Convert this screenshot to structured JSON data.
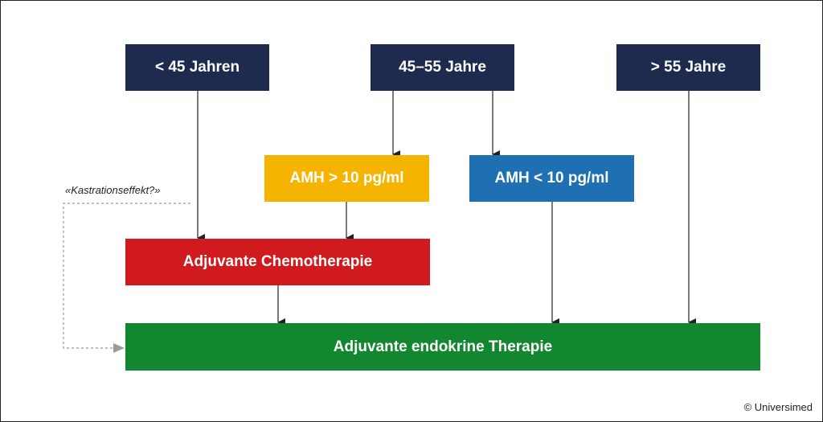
{
  "colors": {
    "navy": "#1e2a4e",
    "amber": "#f5b400",
    "blue": "#1f70b3",
    "red": "#d01a1e",
    "green": "#13872f",
    "arrow": "#222222",
    "dashed": "#9a9a9a"
  },
  "nodes": {
    "age_lt45": "< 45 Jahren",
    "age_45_55": "45–55 Jahre",
    "age_gt55": "> 55 Jahre",
    "amh_high": "AMH > 10 pg/ml",
    "amh_low": "AMH < 10 pg/ml",
    "chemo": "Adjuvante Chemotherapie",
    "endocrine": "Adjuvante endokrine Therapie"
  },
  "annotation": "«Kastrationseffekt?»",
  "copyright": "© Universimed"
}
